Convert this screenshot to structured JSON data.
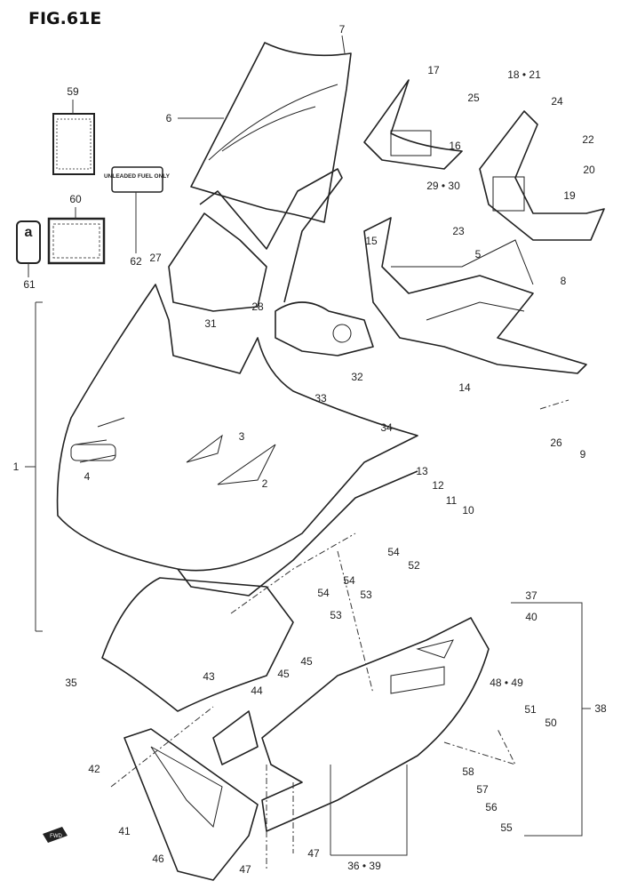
{
  "figure": {
    "title": "FIG.61E"
  },
  "decals": {
    "fuel_label": "UNLEADED FUEL ONLY",
    "decal_61_letter": "a"
  },
  "callouts": [
    "7",
    "6",
    "59",
    "60",
    "61",
    "62",
    "17",
    "18 • 21",
    "25",
    "24",
    "16",
    "22",
    "20",
    "29 • 30",
    "19",
    "23",
    "15",
    "5",
    "8",
    "27",
    "28",
    "31",
    "1",
    "14",
    "32",
    "33",
    "34",
    "3",
    "4",
    "2",
    "13",
    "12",
    "11",
    "10",
    "26",
    "9",
    "54",
    "52",
    "54",
    "53",
    "54",
    "53",
    "37",
    "40",
    "38",
    "35",
    "43",
    "44",
    "45",
    "45",
    "48 • 49",
    "51",
    "50",
    "58",
    "57",
    "56",
    "55",
    "42",
    "41",
    "46",
    "47",
    "47",
    "36 • 39"
  ],
  "front_arrow": "FWD"
}
